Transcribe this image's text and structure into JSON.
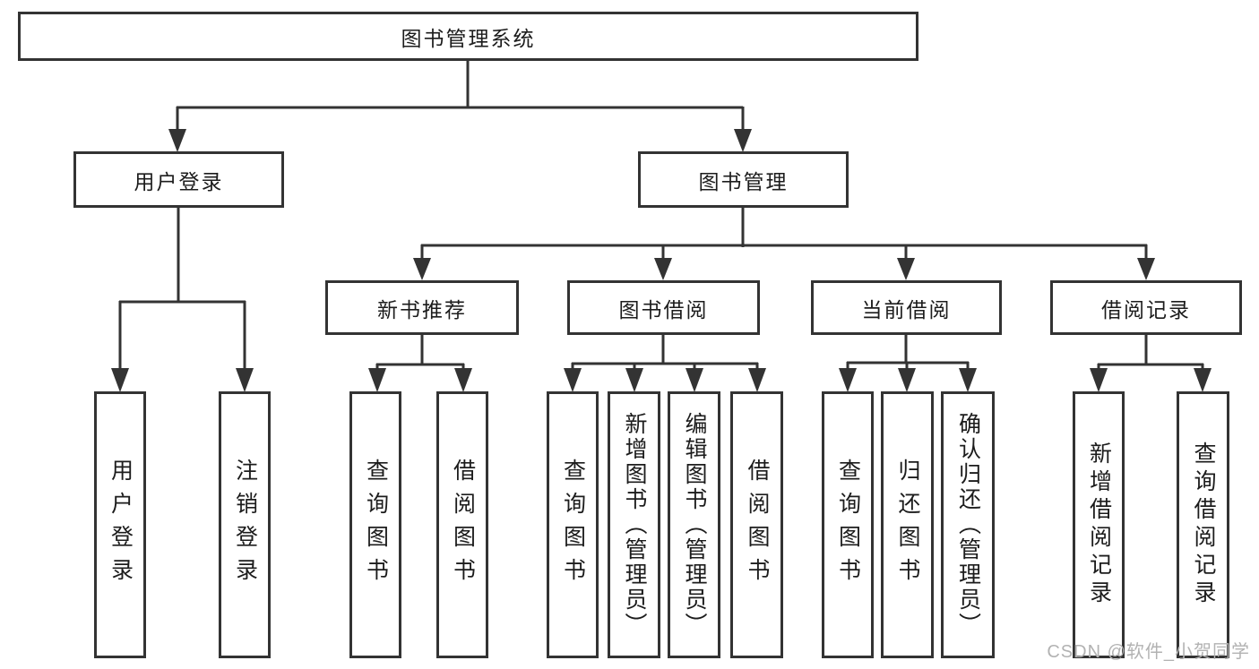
{
  "tree": {
    "label": "图书管理系统",
    "children": [
      {
        "label": "用户登录",
        "children": [
          {
            "label": "用户登录"
          },
          {
            "label": "注销登录"
          }
        ]
      },
      {
        "label": "图书管理",
        "children": [
          {
            "label": "新书推荐",
            "children": [
              {
                "label": "查询图书"
              },
              {
                "label": "借阅图书"
              }
            ]
          },
          {
            "label": "图书借阅",
            "children": [
              {
                "label": "查询图书"
              },
              {
                "label": "新增图书（管理员）"
              },
              {
                "label": "编辑图书（管理员）"
              },
              {
                "label": "借阅图书"
              }
            ]
          },
          {
            "label": "当前借阅",
            "children": [
              {
                "label": "查询图书"
              },
              {
                "label": "归还图书"
              },
              {
                "label": "确认归还（管理员）"
              }
            ]
          },
          {
            "label": "借阅记录",
            "children": [
              {
                "label": "新增借阅记录"
              },
              {
                "label": "查询借阅记录"
              }
            ]
          }
        ]
      }
    ]
  },
  "watermark": "CSDN @软件_小贺同学",
  "colors": {
    "line": "#333333",
    "box_border": "#333333",
    "text": "#1c1c1c",
    "watermark": "#b2b2b2",
    "background": "#ffffff"
  }
}
